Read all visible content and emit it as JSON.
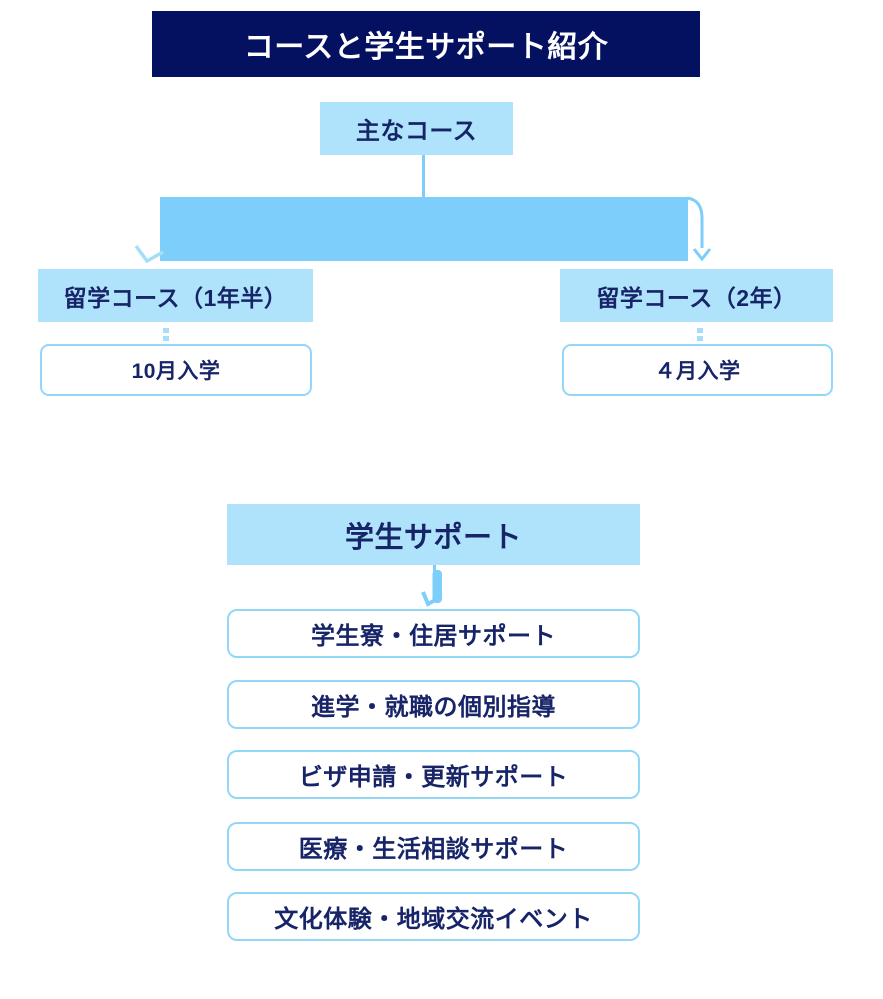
{
  "title": "コースと学生サポート紹介",
  "courses": {
    "header": "主なコース",
    "branches": [
      {
        "name": "留学コース（1年半）",
        "entry": "10月入学"
      },
      {
        "name": "留学コース（2年）",
        "entry": "４月入学"
      }
    ]
  },
  "support": {
    "header": "学生サポート",
    "items": [
      "学生寮・住居サポート",
      "進学・就職の個別指導",
      "ビザ申請・更新サポート",
      "医療・生活相談サポート",
      "文化体験・地域交流イベント"
    ]
  },
  "colors": {
    "navy": "#041060",
    "light_blue": "#aee3fb",
    "medium_blue": "#7ecefb",
    "pale_blue": "#a5def9",
    "box_border": "#93d7f8",
    "text": "#172468",
    "title_text": "#ffffff",
    "background": "#ffffff"
  }
}
